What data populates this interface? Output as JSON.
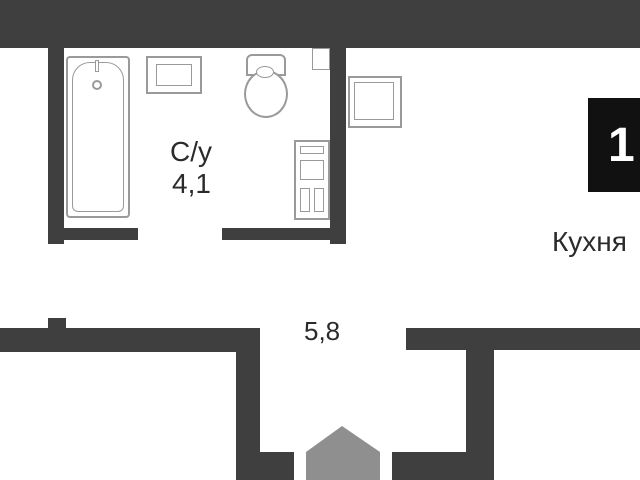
{
  "plan": {
    "bathroom": {
      "name": "С/у",
      "area": "4,1"
    },
    "hallway": {
      "area": "5,8"
    },
    "kitchen": {
      "name": "Кухня"
    },
    "room_badge": "1"
  },
  "colors": {
    "wall": "#3f3f3f",
    "fixture_stroke": "#9a9a9a",
    "entrance_arrow": "#8f8f8f",
    "badge_bg": "#111111"
  }
}
